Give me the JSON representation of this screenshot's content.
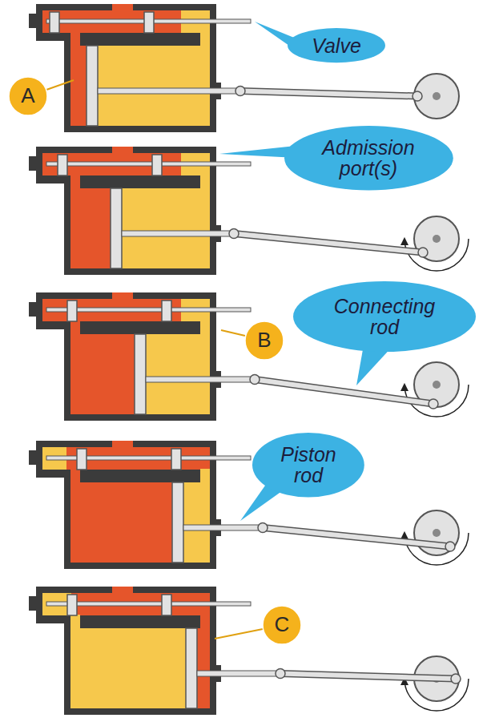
{
  "diagram": {
    "nodes": [
      {
        "text": [
          "Valve"
        ]
      },
      {
        "text": [
          "A"
        ]
      },
      {
        "text": [
          "Admission port(s)"
        ]
      },
      {
        "text": [
          "Connecting rod"
        ]
      },
      {
        "text": [
          "B"
        ]
      },
      {
        "text": [
          "Piston rod"
        ]
      },
      {
        "text": [
          "C"
        ]
      }
    ]
  }
}
